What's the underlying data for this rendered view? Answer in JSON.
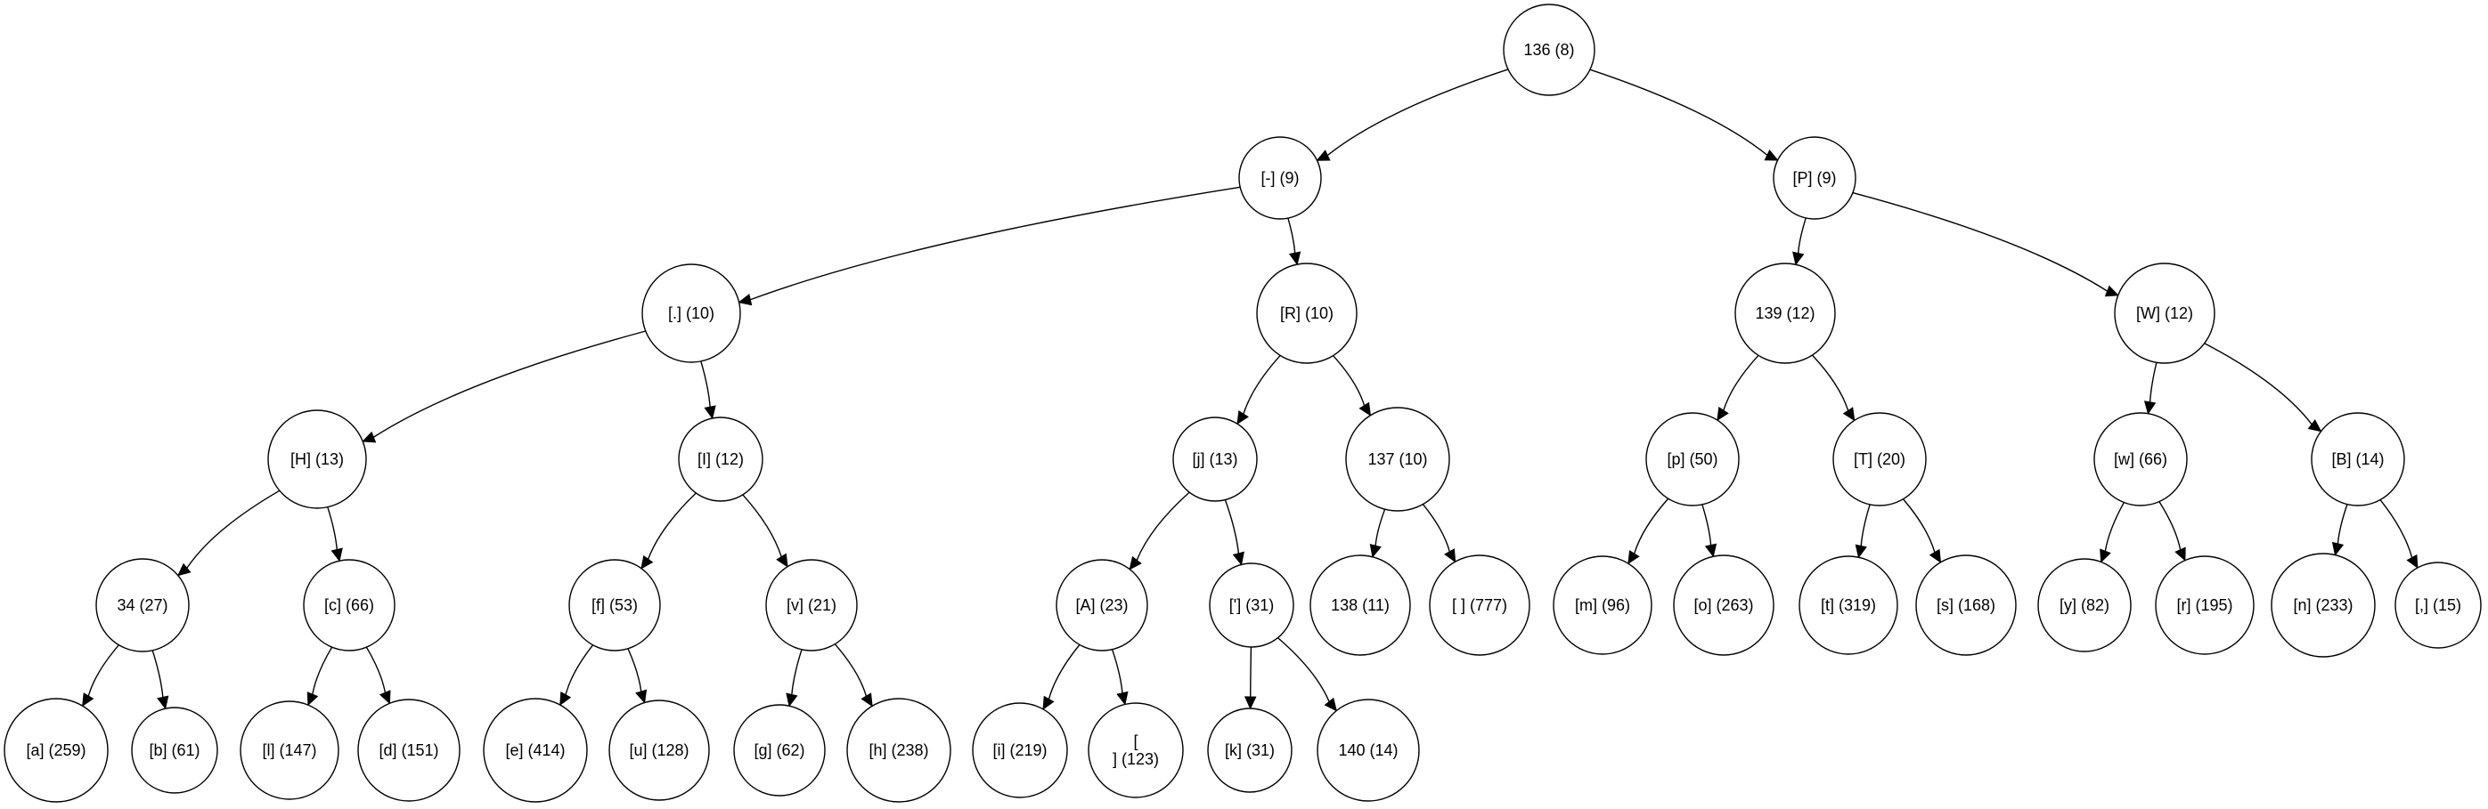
{
  "tree": {
    "nodes": [
      {
        "id": "n136",
        "label": "136 (8)"
      },
      {
        "id": "dash",
        "label": "[-] (9)"
      },
      {
        "id": "P",
        "label": "[P] (9)"
      },
      {
        "id": "dot",
        "label": "[.] (10)"
      },
      {
        "id": "R",
        "label": "[R] (10)"
      },
      {
        "id": "n139",
        "label": "139 (12)"
      },
      {
        "id": "W",
        "label": "[W] (12)"
      },
      {
        "id": "H",
        "label": "[H] (13)"
      },
      {
        "id": "I",
        "label": "[I] (12)"
      },
      {
        "id": "j",
        "label": "[j] (13)"
      },
      {
        "id": "n137",
        "label": "137 (10)"
      },
      {
        "id": "p",
        "label": "[p] (50)"
      },
      {
        "id": "T",
        "label": "[T] (20)"
      },
      {
        "id": "w",
        "label": "[w] (66)"
      },
      {
        "id": "B",
        "label": "[B] (14)"
      },
      {
        "id": "n34",
        "label": "34 (27)"
      },
      {
        "id": "c",
        "label": "[c] (66)"
      },
      {
        "id": "f",
        "label": "[f] (53)"
      },
      {
        "id": "v",
        "label": "[v] (21)"
      },
      {
        "id": "A",
        "label": "[A] (23)"
      },
      {
        "id": "apos",
        "label": "['] (31)"
      },
      {
        "id": "n138",
        "label": "138 (11)"
      },
      {
        "id": "space",
        "label": "[ ] (777)"
      },
      {
        "id": "m",
        "label": "[m] (96)"
      },
      {
        "id": "o",
        "label": "[o] (263)"
      },
      {
        "id": "t",
        "label": "[t] (319)"
      },
      {
        "id": "s",
        "label": "[s] (168)"
      },
      {
        "id": "y",
        "label": "[y] (82)"
      },
      {
        "id": "r",
        "label": "[r] (195)"
      },
      {
        "id": "n",
        "label": "[n] (233)"
      },
      {
        "id": "comma",
        "label": "[,] (15)"
      },
      {
        "id": "a",
        "label": "[a] (259)"
      },
      {
        "id": "b",
        "label": "[b] (61)"
      },
      {
        "id": "l",
        "label": "[l] (147)"
      },
      {
        "id": "d",
        "label": "[d] (151)"
      },
      {
        "id": "e",
        "label": "[e] (414)"
      },
      {
        "id": "u",
        "label": "[u] (128)"
      },
      {
        "id": "g",
        "label": "[g] (62)"
      },
      {
        "id": "h",
        "label": "[h] (238)"
      },
      {
        "id": "i",
        "label": "[i] (219)"
      },
      {
        "id": "newline",
        "label": "[\n] (123)"
      },
      {
        "id": "k",
        "label": "[k] (31)"
      },
      {
        "id": "n140",
        "label": "140 (14)"
      }
    ],
    "edges": [
      [
        "n136",
        "dash"
      ],
      [
        "n136",
        "P"
      ],
      [
        "dash",
        "dot"
      ],
      [
        "dash",
        "R"
      ],
      [
        "P",
        "n139"
      ],
      [
        "P",
        "W"
      ],
      [
        "dot",
        "H"
      ],
      [
        "dot",
        "I"
      ],
      [
        "R",
        "j"
      ],
      [
        "R",
        "n137"
      ],
      [
        "n139",
        "p"
      ],
      [
        "n139",
        "T"
      ],
      [
        "W",
        "w"
      ],
      [
        "W",
        "B"
      ],
      [
        "H",
        "n34"
      ],
      [
        "H",
        "c"
      ],
      [
        "I",
        "f"
      ],
      [
        "I",
        "v"
      ],
      [
        "j",
        "A"
      ],
      [
        "j",
        "apos"
      ],
      [
        "n137",
        "n138"
      ],
      [
        "n137",
        "space"
      ],
      [
        "p",
        "m"
      ],
      [
        "p",
        "o"
      ],
      [
        "T",
        "t"
      ],
      [
        "T",
        "s"
      ],
      [
        "w",
        "y"
      ],
      [
        "w",
        "r"
      ],
      [
        "B",
        "n"
      ],
      [
        "B",
        "comma"
      ],
      [
        "n34",
        "a"
      ],
      [
        "n34",
        "b"
      ],
      [
        "c",
        "l"
      ],
      [
        "c",
        "d"
      ],
      [
        "f",
        "e"
      ],
      [
        "f",
        "u"
      ],
      [
        "v",
        "g"
      ],
      [
        "v",
        "h"
      ],
      [
        "A",
        "i"
      ],
      [
        "A",
        "newline"
      ],
      [
        "apos",
        "k"
      ],
      [
        "apos",
        "n140"
      ]
    ]
  }
}
